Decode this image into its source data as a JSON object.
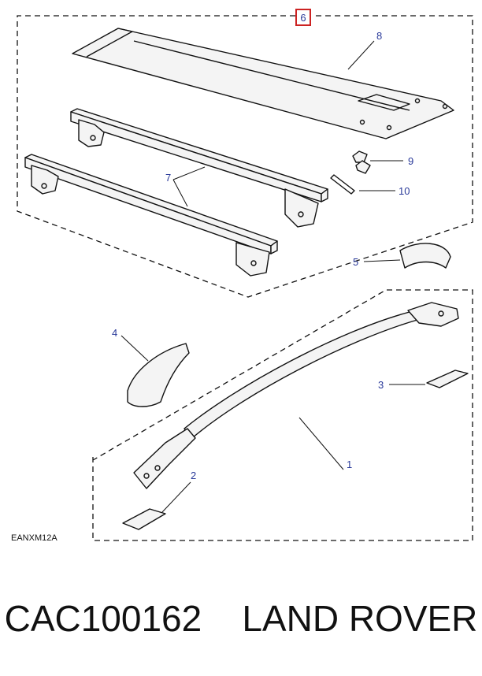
{
  "callouts": {
    "c1": "1",
    "c2": "2",
    "c3": "3",
    "c4": "4",
    "c5": "5",
    "c6": "6",
    "c7": "7",
    "c8": "8",
    "c9": "9",
    "c10": "10"
  },
  "diagram_code": "EANXM12A",
  "caption": "CAC100162    LAND ROVER",
  "colors": {
    "callout": "#2a3a9a",
    "highlight_box": "#cc2222",
    "line": "#111111"
  }
}
